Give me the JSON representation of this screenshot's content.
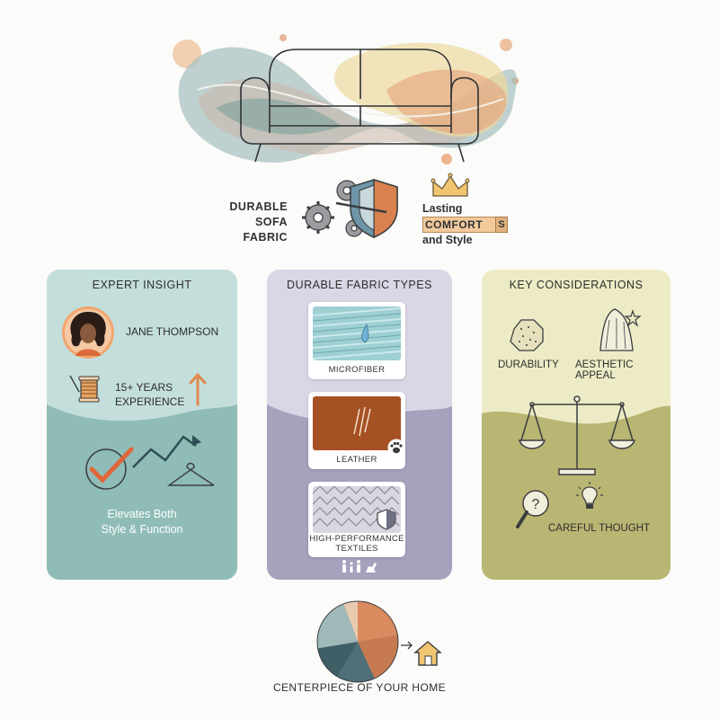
{
  "header": {
    "title_left": [
      "DURABLE",
      "SOFA",
      "FABRIC"
    ],
    "title_right_top": "Lasting",
    "title_right_badge": "COMFORT",
    "title_right_badge_tail": "S",
    "title_right_bottom": "and Style"
  },
  "expert": {
    "heading": "EXPERT INSIGHT",
    "name": "JANE THOMPSON",
    "years_line1": "15+ YEARS",
    "years_line2": "EXPERIENCE",
    "tagline_line1": "Elevates Both",
    "tagline_line2": "Style & Function"
  },
  "fabrics": {
    "heading": "DURABLE FABRIC TYPES",
    "items": [
      {
        "label": "MICROFIBER"
      },
      {
        "label": "LEATHER"
      },
      {
        "label_line1": "HIGH-PERFORMANCE",
        "label_line2": "TEXTILES"
      }
    ]
  },
  "considerations": {
    "heading": "KEY CONSIDERATIONS",
    "durability": "DURABILITY",
    "aesthetic": "AESTHETIC APPEAL",
    "careful": "CAREFUL THOUGHT"
  },
  "footer": {
    "caption": "CENTERPIECE OF YOUR HOME"
  },
  "colors": {
    "expert_panel": "#c4dedc",
    "fabric_panel": "#dad6e6",
    "key_panel": "#ecebc5",
    "accent_orange": "#e08a4e"
  }
}
